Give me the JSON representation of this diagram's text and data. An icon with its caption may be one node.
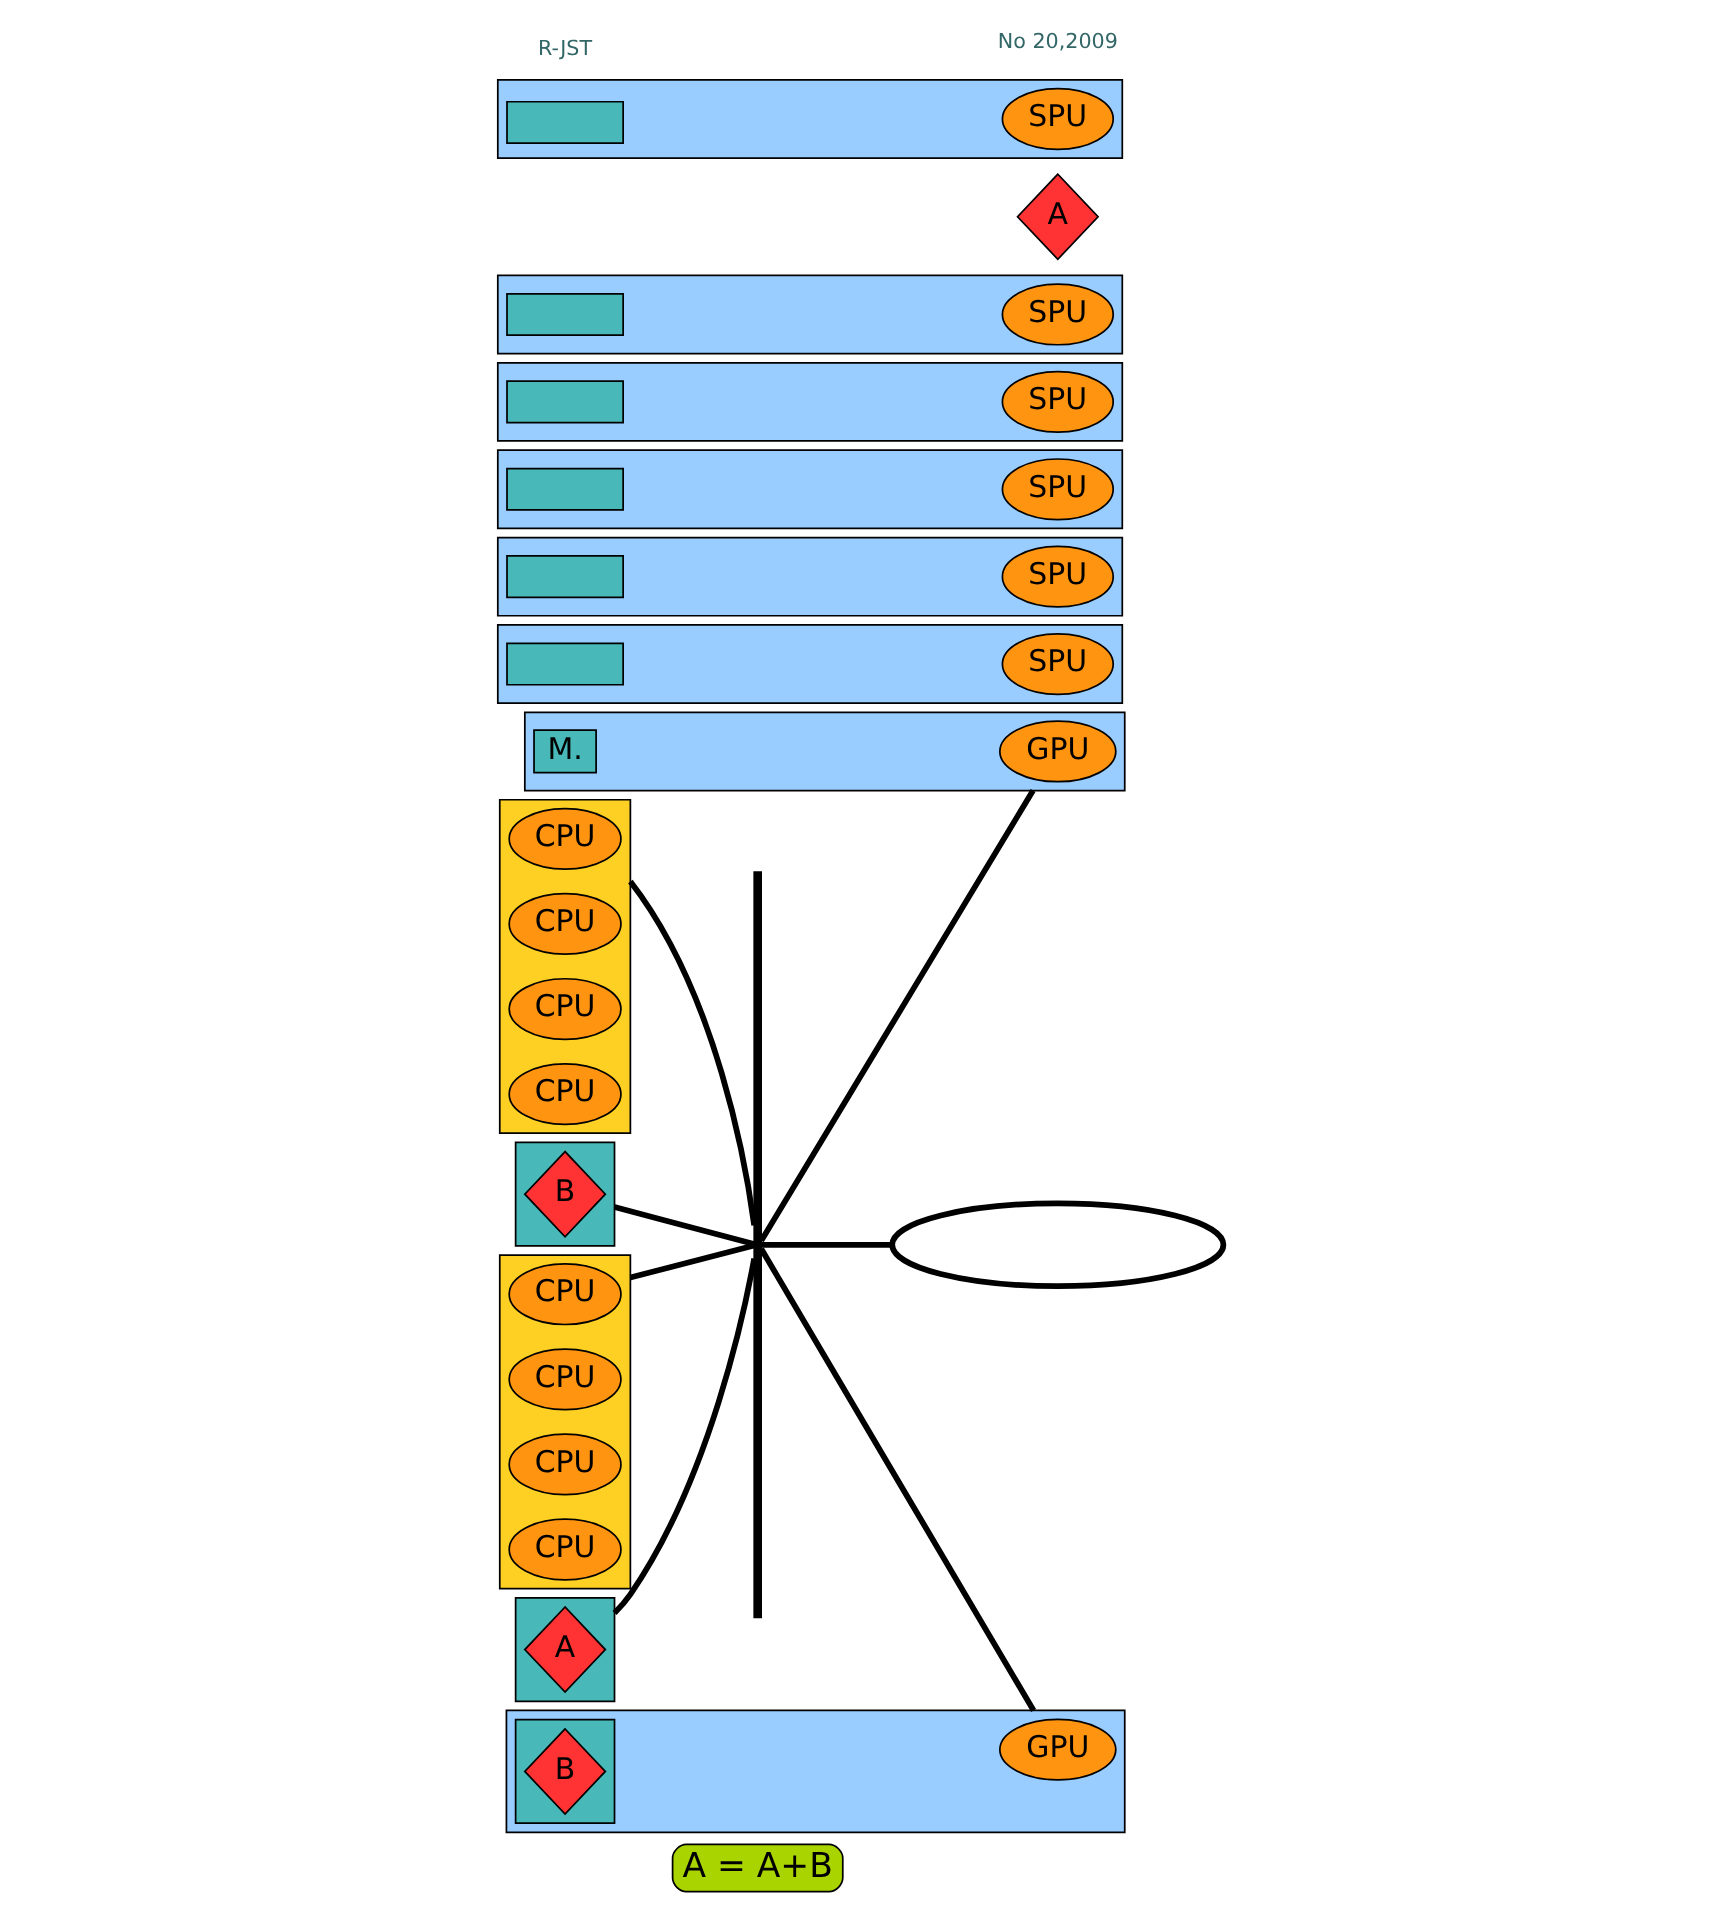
{
  "diagram": {
    "nodes": [
      {
        "text": [
          "A = A+B"
        ]
      },
      {
        "text": [],
        "shape": "box"
      },
      {
        "text": [
          "CPU"
        ],
        "in": 1
      },
      {
        "text": [
          "CPU"
        ],
        "in": 1
      },
      {
        "text": [
          "CPU"
        ],
        "in": 1
      },
      {
        "text": [
          "CPU"
        ],
        "in": 1
      },
      {
        "text": [],
        "shape": "box"
      },
      {
        "text": [
          "GPU"
        ],
        "in": 6
      },
      {
        "text": [
          "M."
        ],
        "in": 6
      },
      {
        "text": [],
        "shape": "box"
      },
      {
        "text": [
          "GPU"
        ],
        "in": 9
      },
      {
        "text": [],
        "shape": "box",
        "in": 9
      },
      {
        "text": [
          "B"
        ],
        "in": 11
      },
      {
        "text": [],
        "shape": "box"
      },
      {
        "text": [
          "B"
        ],
        "in": 13
      },
      {
        "text": [],
        "shape": "box"
      },
      {
        "text": [
          "CPU"
        ],
        "in": 15
      },
      {
        "text": [
          "CPU"
        ],
        "in": 15
      },
      {
        "text": [
          "CPU"
        ],
        "in": 15
      },
      {
        "text": [
          "CPU"
        ],
        "in": 15
      },
      {
        "text": [],
        "shape": "box"
      },
      {
        "text": [
          "A"
        ],
        "in": 20
      },
      {
        "text": [],
        "shape": "bar"
      },
      {
        "text": [],
        "shape": "ellipse"
      },
      {
        "text": [],
        "shape": "box"
      },
      {
        "text": [
          "SPU"
        ],
        "in": 24
      },
      {
        "text": [],
        "shape": "box",
        "in": 24
      },
      {
        "text": [],
        "shape": "box"
      },
      {
        "text": [
          "SPU"
        ],
        "in": 27
      },
      {
        "text": [],
        "shape": "box",
        "in": 27
      },
      {
        "text": [],
        "shape": "box"
      },
      {
        "text": [
          "SPU"
        ],
        "in": 30
      },
      {
        "text": [],
        "shape": "box",
        "in": 30
      },
      {
        "text": [],
        "shape": "box"
      },
      {
        "text": [
          "SPU"
        ],
        "in": 33
      },
      {
        "text": [],
        "shape": "box",
        "in": 33
      },
      {
        "text": [],
        "shape": "box"
      },
      {
        "text": [
          "SPU"
        ],
        "in": 36
      },
      {
        "text": [],
        "shape": "box",
        "in": 36
      },
      {
        "text": [
          "A"
        ]
      },
      {
        "text": [],
        "shape": "box"
      },
      {
        "text": [
          "SPU"
        ],
        "in": 40
      },
      {
        "text": [],
        "shape": "box",
        "in": 40
      }
    ],
    "edges": [
      {
        "from": 1,
        "to": 22,
        "arrow": "none"
      },
      {
        "from": 22,
        "to": 6,
        "arrow": "none"
      },
      {
        "from": 22,
        "to": 9,
        "arrow": "none"
      },
      {
        "from": 13,
        "to": 22,
        "arrow": "none"
      },
      {
        "from": 15,
        "to": 22,
        "arrow": "none"
      },
      {
        "from": 22,
        "to": 23,
        "arrow": "none"
      },
      {
        "from": 20,
        "to": 22,
        "arrow": "none"
      }
    ],
    "labels": [
      "R-JST",
      "No 20,2009"
    ]
  }
}
